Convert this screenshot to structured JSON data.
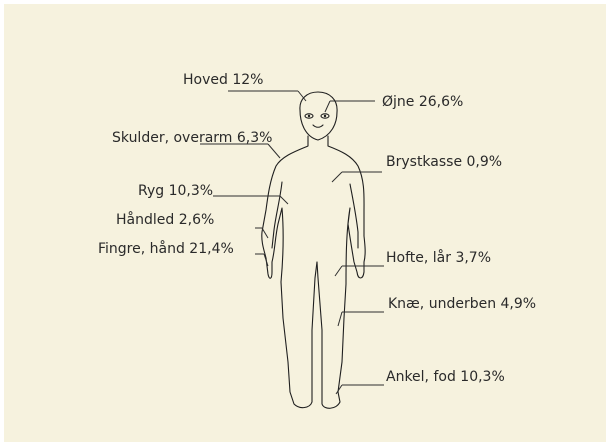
{
  "colors": {
    "background": "#f6f2de",
    "outline": "#1f1f1f",
    "text": "#2a2a2a"
  },
  "labels": {
    "head": "Hoved 12%",
    "eyes": "Øjne 26,6%",
    "shoulder": "Skulder, overarm 6,3%",
    "chest": "Brystkasse 0,9%",
    "back": "Ryg 10,3%",
    "wrist": "Håndled 2,6%",
    "fingers": "Fingre, hånd 21,4%",
    "hip": "Hofte, lår 3,7%",
    "knee": "Knæ, underben 4,9%",
    "ankle": "Ankel, fod 10,3%"
  }
}
